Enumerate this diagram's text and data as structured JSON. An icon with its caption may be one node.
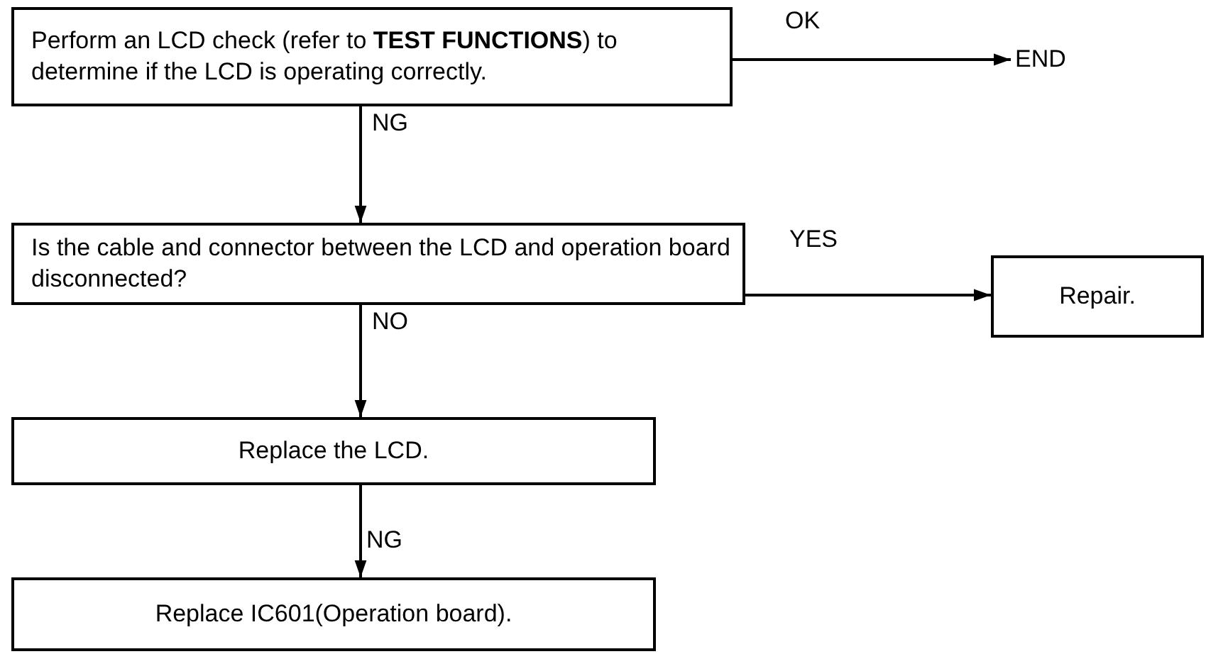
{
  "diagram": {
    "nodes": [
      {
        "text": [
          "Perform an LCD check (refer to **TEST FUNCTIONS**) to determine if the LCD is operating correctly."
        ]
      },
      {
        "text": [
          "END"
        ]
      },
      {
        "text": [
          "Is the cable and connector between the LCD and operation board disconnected?"
        ]
      },
      {
        "text": [
          "Repair."
        ]
      },
      {
        "text": [
          "Replace the LCD."
        ]
      },
      {
        "text": [
          "Replace IC601(Operation board)."
        ]
      }
    ],
    "edges": [
      {
        "from": 0,
        "to": 1,
        "arrow": "to",
        "label": "OK"
      },
      {
        "from": 0,
        "to": 2,
        "arrow": "to",
        "label": "NG"
      },
      {
        "from": 2,
        "to": 3,
        "arrow": "to",
        "label": "YES"
      },
      {
        "from": 2,
        "to": 4,
        "arrow": "to",
        "label": "NO"
      },
      {
        "from": 4,
        "to": 5,
        "arrow": "to",
        "label": "NG"
      }
    ]
  }
}
